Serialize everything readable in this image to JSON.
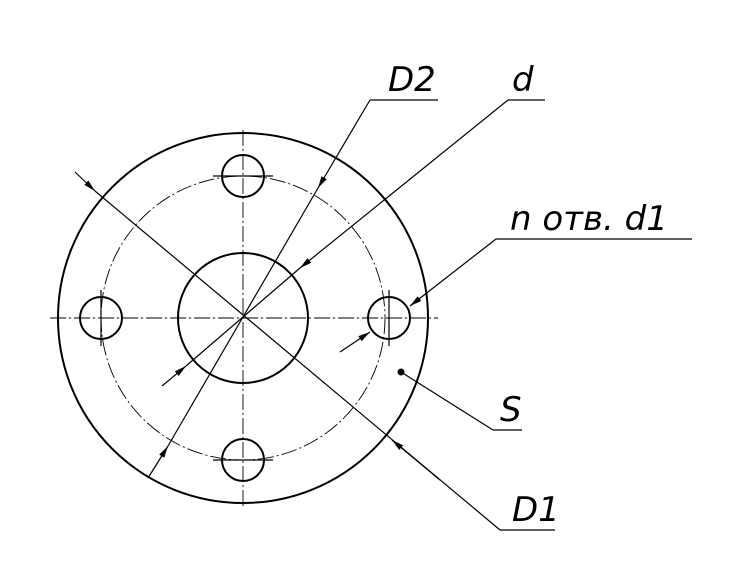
{
  "labels": {
    "d2": "D2",
    "d": "d",
    "holes": "n отв. d1",
    "s": "S",
    "d1": "D1"
  },
  "colors": {
    "line": "#000000",
    "background": "#ffffff"
  }
}
